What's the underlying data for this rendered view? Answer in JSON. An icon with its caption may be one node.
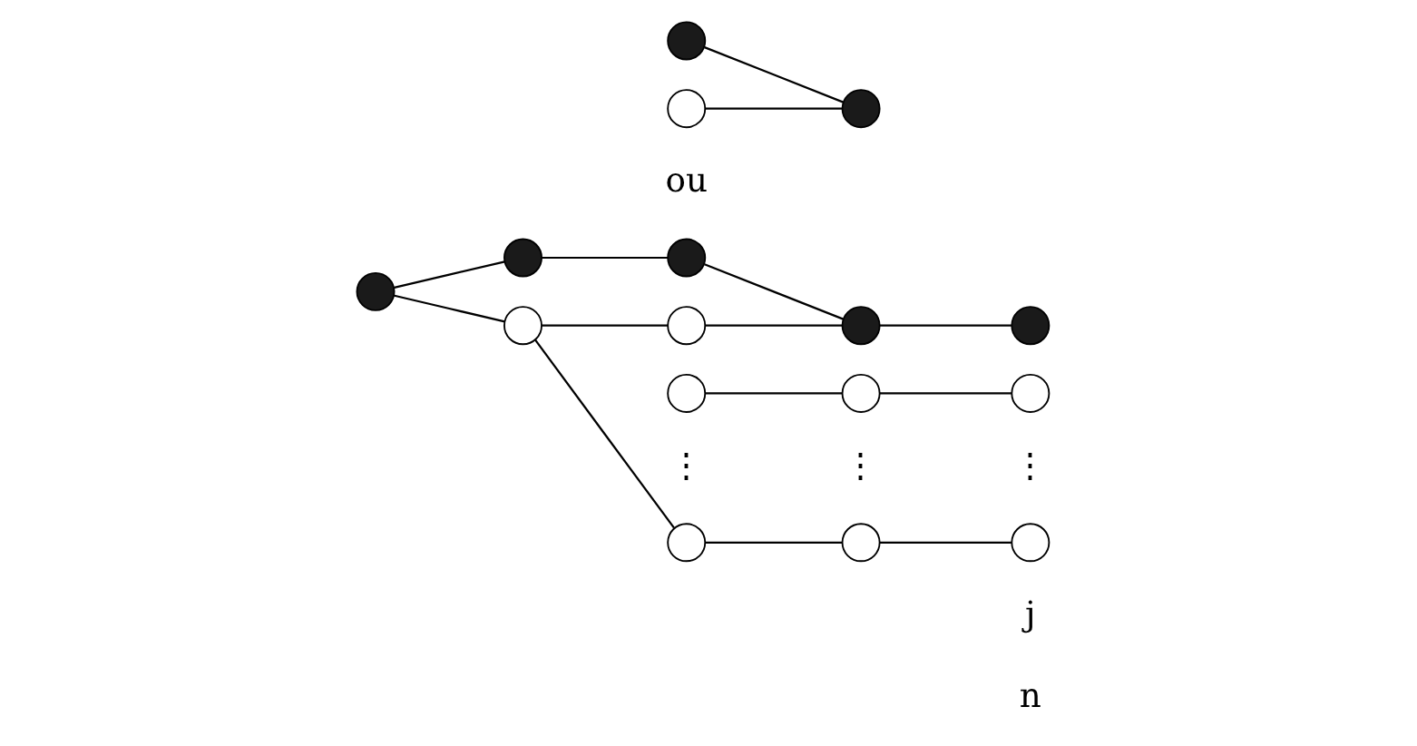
{
  "diagram": {
    "nodes": [
      {
        "text": [],
        "shape": "circle"
      },
      {
        "text": [],
        "shape": "circle"
      },
      {
        "text": [],
        "shape": "circle"
      },
      {
        "text": [],
        "shape": "circle"
      },
      {
        "text": [],
        "shape": "circle"
      },
      {
        "text": [],
        "shape": "circle"
      },
      {
        "text": [],
        "shape": "circle"
      },
      {
        "text": [],
        "shape": "circle"
      },
      {
        "text": [],
        "shape": "circle"
      },
      {
        "text": [],
        "shape": "circle"
      },
      {
        "text": [],
        "shape": "circle"
      },
      {
        "text": [],
        "shape": "circle"
      },
      {
        "text": [],
        "shape": "circle"
      },
      {
        "text": [],
        "shape": "circle"
      },
      {
        "text": [],
        "shape": "circle"
      },
      {
        "text": [],
        "shape": "circle"
      }
    ],
    "edges": [
      {
        "from": 0,
        "to": 2,
        "arrow": "none"
      },
      {
        "from": 1,
        "to": 2,
        "arrow": "none"
      },
      {
        "from": 4,
        "to": 5,
        "arrow": "none"
      },
      {
        "from": 7,
        "to": 5,
        "arrow": "none"
      },
      {
        "from": 5,
        "to": 3,
        "arrow": "none"
      },
      {
        "from": 11,
        "to": 10,
        "arrow": "none"
      },
      {
        "from": 10,
        "to": 4,
        "arrow": "none"
      },
      {
        "from": 11,
        "to": 12,
        "arrow": "none"
      },
      {
        "from": 12,
        "to": 7,
        "arrow": "none"
      },
      {
        "from": 12,
        "to": 13,
        "arrow": "none"
      },
      {
        "from": 13,
        "to": 14,
        "arrow": "none"
      },
      {
        "from": 14,
        "to": 15,
        "arrow": "none"
      },
      {
        "from": 8,
        "to": 9,
        "arrow": "none"
      },
      {
        "from": 9,
        "to": 6,
        "arrow": "none"
      }
    ],
    "labels": [
      "ou",
      "⋮",
      "⋮",
      "⋮",
      "j",
      "n"
    ]
  }
}
